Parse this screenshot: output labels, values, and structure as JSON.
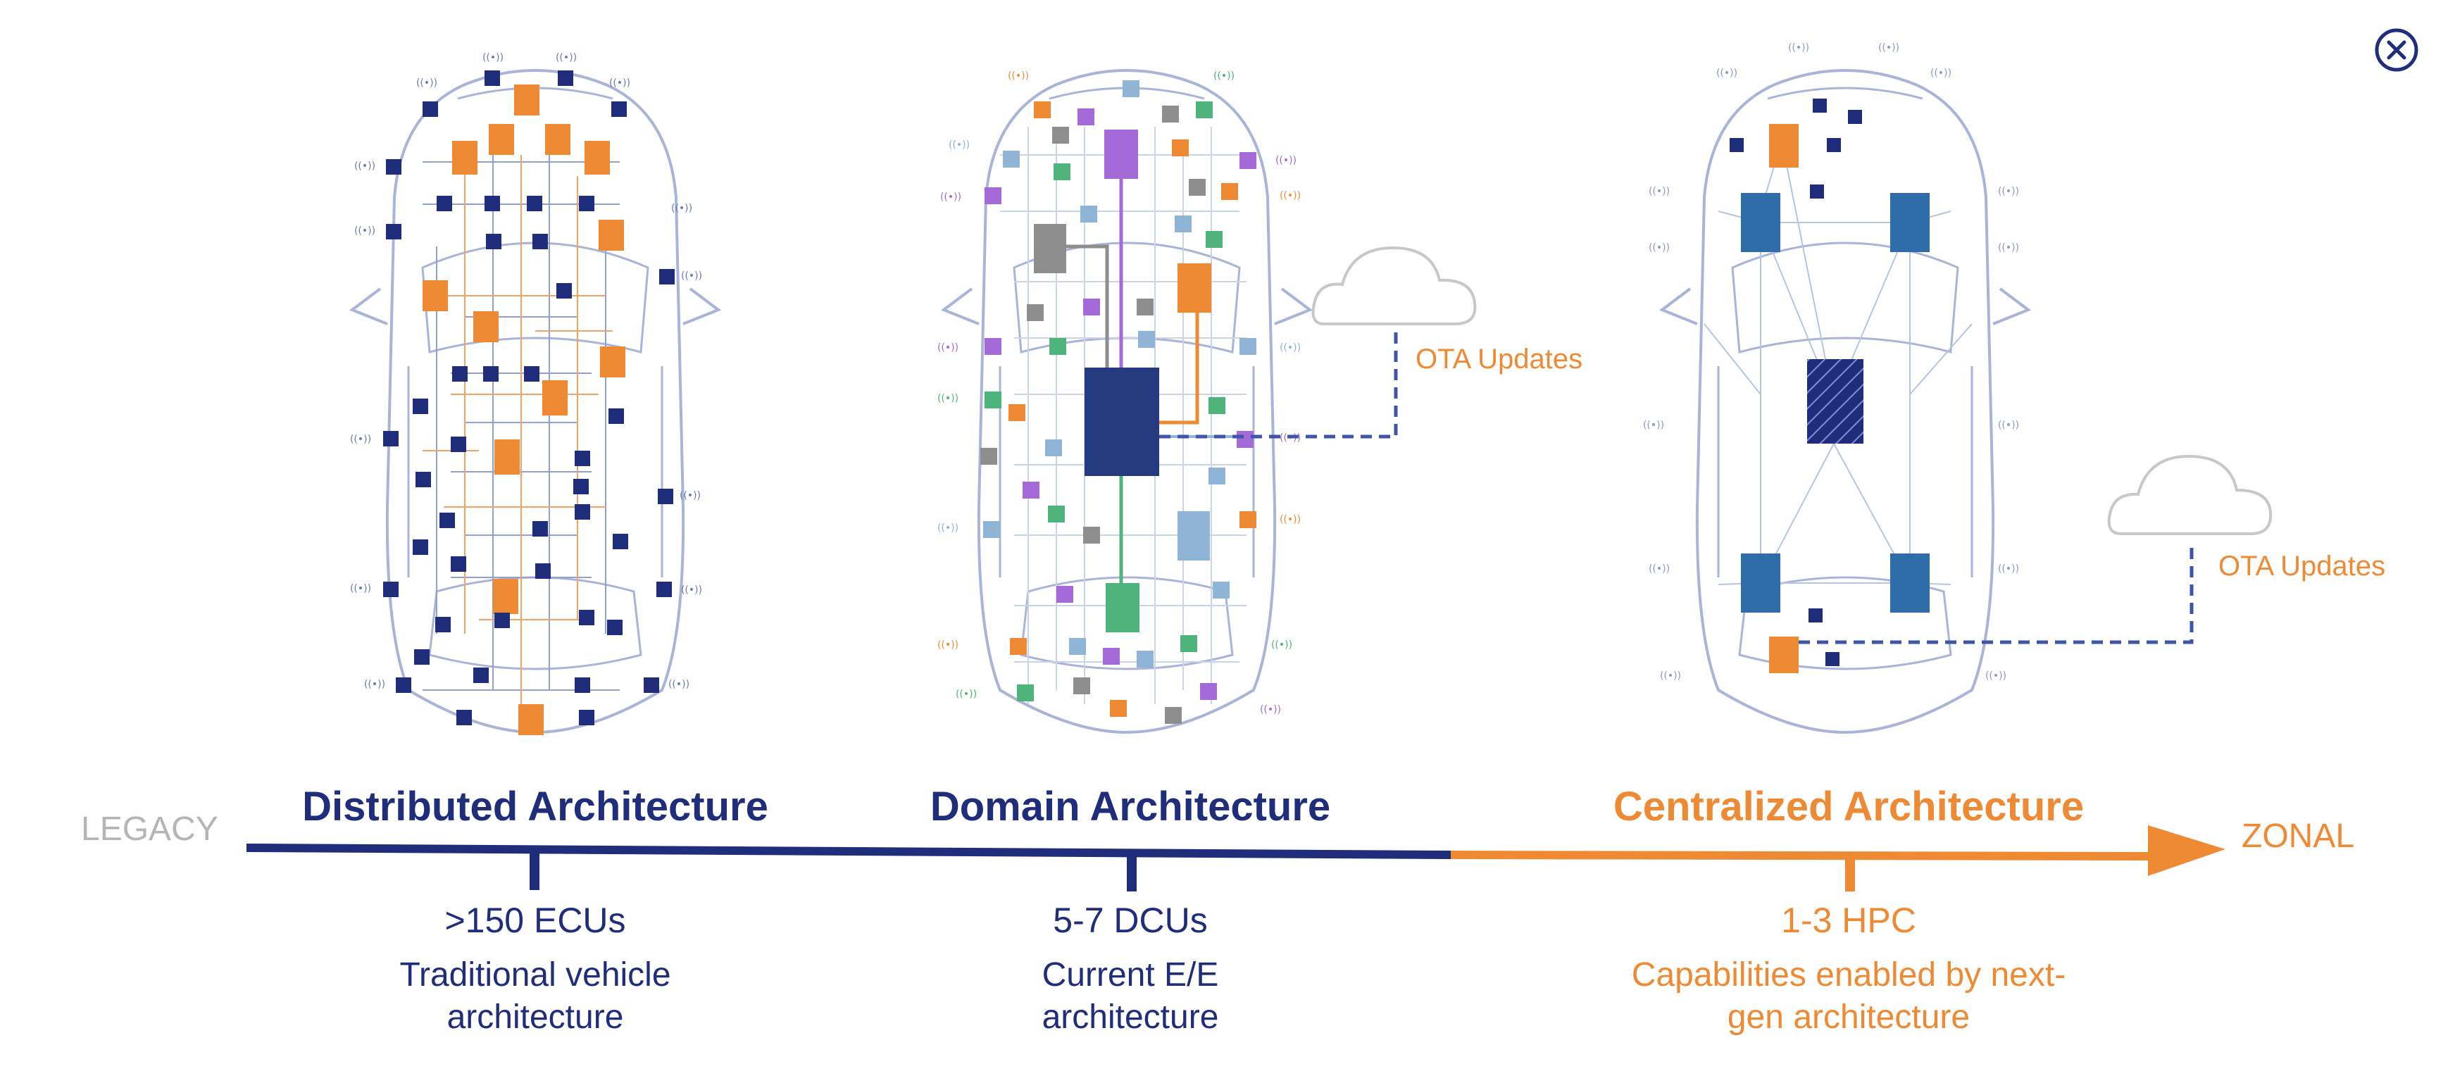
{
  "timeline": {
    "start_label": "LEGACY",
    "end_label": "ZONAL"
  },
  "stages": [
    {
      "title": "Distributed Architecture",
      "metric": ">150 ECUs",
      "description": "Traditional vehicle architecture",
      "color": "#1f2d7b"
    },
    {
      "title": "Domain Architecture",
      "metric": "5-7 DCUs",
      "description": "Current E/E architecture",
      "color": "#1f2d7b"
    },
    {
      "title": "Centralized Architecture",
      "metric": "1-3 HPC",
      "description": "Capabilities enabled by next-gen architecture",
      "color": "#ef8a34"
    }
  ],
  "ota_labels": [
    "OTA Updates",
    "OTA Updates"
  ],
  "colors": {
    "navy": "#1f2d7b",
    "orange": "#ef8a34",
    "purple": "#a46ad8",
    "green": "#4fb37c",
    "gray": "#8e8e8e",
    "lightblue": "#8fb4d6",
    "zone_blue": "#2e6da8",
    "car_outline": "#aab4d8"
  },
  "icons": {
    "close": "close-circle-icon",
    "cloud": "cloud-icon",
    "antenna": "wireless-antenna-icon"
  }
}
